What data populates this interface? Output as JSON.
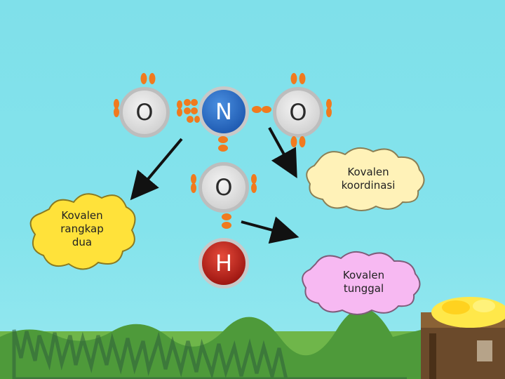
{
  "atoms": {
    "o_left": "O",
    "n_center": "N",
    "o_right": "O",
    "o_middle": "O",
    "h_bottom": "H"
  },
  "labels": {
    "double": [
      "Kovalen",
      "rangkap",
      "dua"
    ],
    "coordinate": [
      "Kovalen",
      "koordinasi"
    ],
    "single": [
      "Kovalen",
      "tunggal"
    ]
  },
  "colors": {
    "background": "#84e3ec",
    "electron": "#f07a1e",
    "nitrogen": "#1f5bb2",
    "hydrogen": "#b3221a",
    "cloud_yellow": "#ffe23a",
    "cloud_cream": "#fff2b8",
    "cloud_pink": "#f7b9f2",
    "arrow": "#111111"
  }
}
